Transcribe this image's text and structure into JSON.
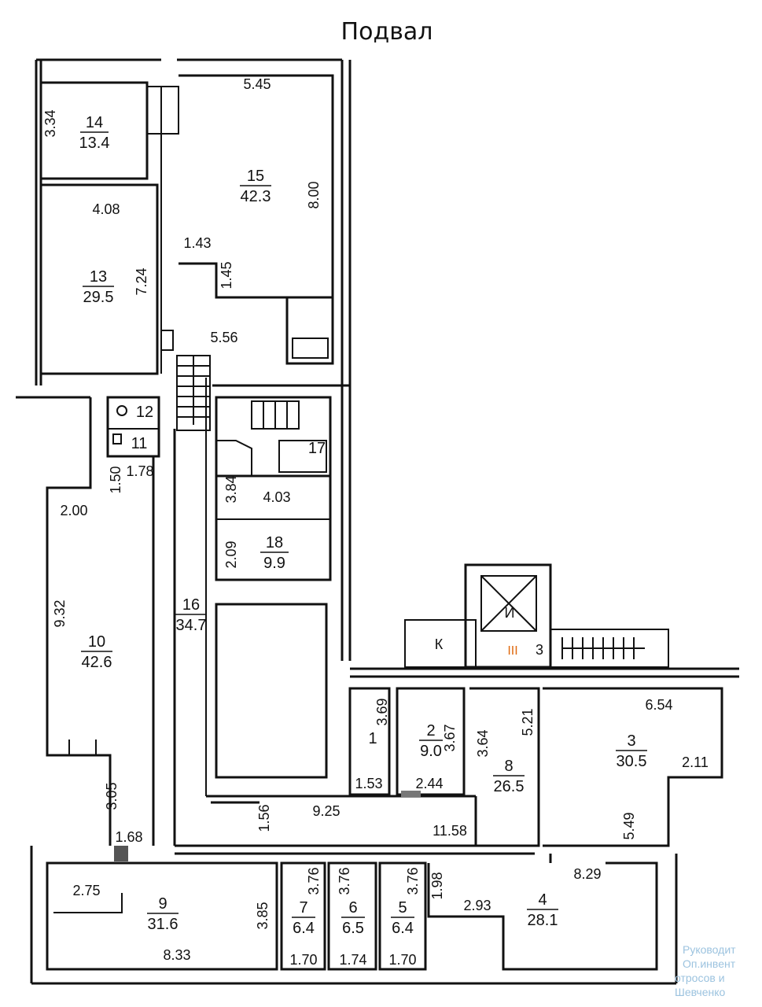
{
  "title": "Подвал",
  "rooms": [
    {
      "id": "r14",
      "number": "14",
      "area": "13.4"
    },
    {
      "id": "r15",
      "number": "15",
      "area": "42.3"
    },
    {
      "id": "r13",
      "number": "13",
      "area": "29.5"
    },
    {
      "id": "r12",
      "number": "12"
    },
    {
      "id": "r11",
      "number": "11"
    },
    {
      "id": "r17",
      "number": "17"
    },
    {
      "id": "r18",
      "number": "18",
      "area": "9.9"
    },
    {
      "id": "r16",
      "number": "16",
      "area": "34.7"
    },
    {
      "id": "r10",
      "number": "10",
      "area": "42.6"
    },
    {
      "id": "r1",
      "number": "1"
    },
    {
      "id": "r2",
      "number": "2",
      "area": "9.0"
    },
    {
      "id": "r8",
      "number": "8",
      "area": "26.5"
    },
    {
      "id": "r3",
      "number": "3",
      "area": "30.5"
    },
    {
      "id": "r9",
      "number": "9",
      "area": "31.6"
    },
    {
      "id": "r7",
      "number": "7",
      "area": "6.4"
    },
    {
      "id": "r6",
      "number": "6",
      "area": "6.5"
    },
    {
      "id": "r5",
      "number": "5",
      "area": "6.4"
    },
    {
      "id": "r4",
      "number": "4",
      "area": "28.1"
    }
  ],
  "dimensions": [
    "5.45",
    "3.34",
    "8.00",
    "4.08",
    "1.43",
    "1.45",
    "7.24",
    "5.56",
    "1.50",
    "1.78",
    "2.00",
    "3.84",
    "4.03",
    "2.09",
    "9.32",
    "3.05",
    "1.68",
    "3.69",
    "3.67",
    "3.64",
    "5.21",
    "6.54",
    "2.11",
    "1.53",
    "2.44",
    "9.25",
    "1.56",
    "11.58",
    "5.49",
    "2.75",
    "3.76",
    "3.76",
    "3.76",
    "1.98",
    "8.29",
    "2.93",
    "3.85",
    "8.33",
    "1.70",
    "1.74",
    "1.70"
  ],
  "stair_labels": {
    "elevator": "И",
    "k": "К",
    "stair_number": "III",
    "three": "3"
  },
  "watermark": [
    "Руководит",
    "Оп.инвент",
    "отросов и",
    "Шевченко"
  ]
}
